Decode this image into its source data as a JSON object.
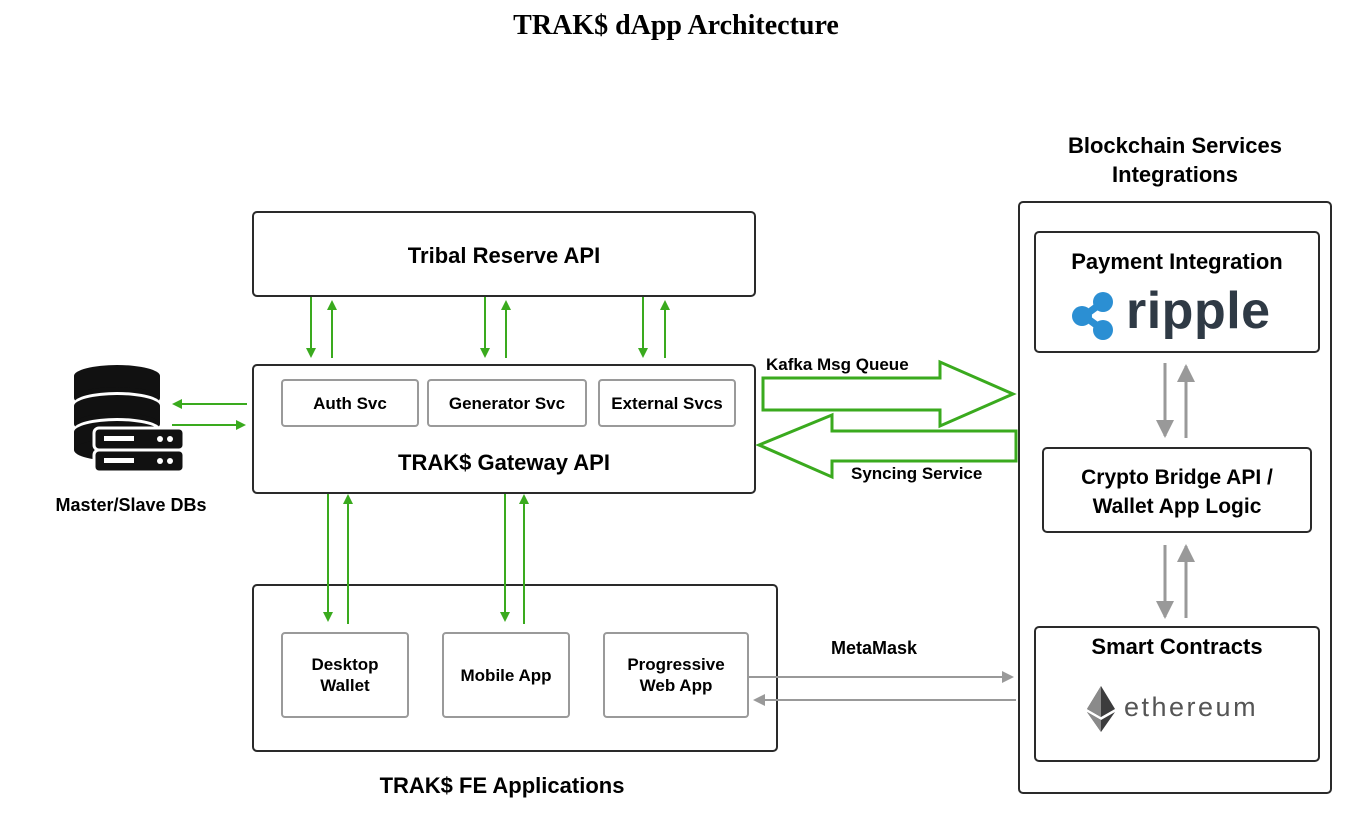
{
  "title": "TRAK$ dApp Architecture",
  "tribal_reserve": {
    "label": "Tribal Reserve API"
  },
  "gateway": {
    "label": "TRAK$ Gateway API",
    "services": [
      "Auth Svc",
      "Generator Svc",
      "External Svcs"
    ]
  },
  "databases": {
    "label": "Master/Slave DBs"
  },
  "frontend": {
    "label": "TRAK$ FE Applications",
    "apps": [
      "Desktop\nWallet",
      "Mobile App",
      "Progressive\nWeb App"
    ]
  },
  "blockchain": {
    "heading": "Blockchain Services\nIntegrations",
    "payment": {
      "label": "Payment Integration",
      "logo_text": "ripple"
    },
    "bridge": {
      "label": "Crypto Bridge API /\nWallet App Logic"
    },
    "contracts": {
      "label": "Smart Contracts",
      "logo_text": "ethereum"
    }
  },
  "connections": {
    "kafka": "Kafka Msg Queue",
    "syncing": "Syncing Service",
    "metamask": "MetaMask"
  },
  "colors": {
    "green_arrow": "#3aaa1e",
    "gray_arrow": "#999999",
    "ripple_blue": "#2b8fd3",
    "ripple_text": "#2f3a45",
    "ethereum_text": "#555555",
    "border": "#2a2a2a"
  }
}
